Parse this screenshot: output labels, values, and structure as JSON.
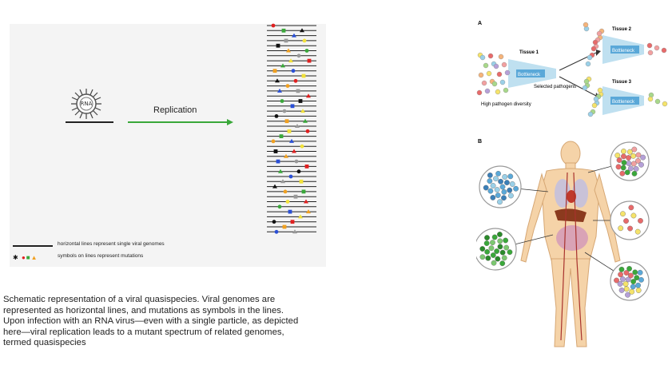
{
  "left_diagram": {
    "virus_label": "RNA",
    "replication_label": "Replication",
    "legend": {
      "line_text": "horizontal lines represent single viral genomes",
      "symbols_text": "symbols on lines represent mutations",
      "symbols": "✱ ● ■ ▲"
    },
    "colors": {
      "green": "#3aa83a",
      "red": "#e02020",
      "blue": "#2a4fd6",
      "yellow": "#f2e23a",
      "black": "#111111"
    }
  },
  "caption": "Schematic representation of a viral quasispecies. Viral genomes are represented as horizontal lines, and mutations as symbols in the lines. Upon infection with an RNA virus—even with a single particle, as depicted here—viral replication leads to a mutant spectrum of related genomes, termed quasispecies",
  "figure_A": {
    "label": "A",
    "tissue1": "Tissue 1",
    "tissue2": "Tissue 2",
    "tissue3": "Tissue 3",
    "bottleneck": "Bottleneck",
    "selected": "Selected pathogens",
    "diversity": "High pathogen diversity"
  },
  "figure_B": {
    "label": "B"
  }
}
